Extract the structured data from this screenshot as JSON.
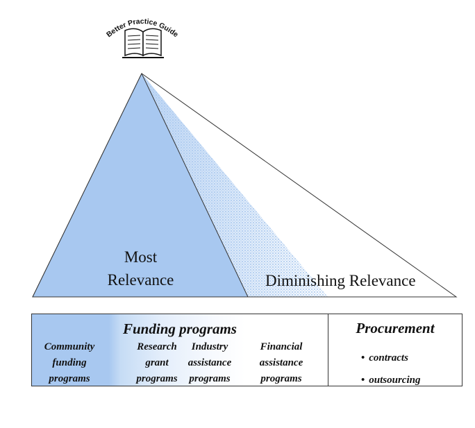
{
  "logo": {
    "text": "Better Practice Guide",
    "icon": "book-icon"
  },
  "regions": {
    "most_line1": "Most",
    "most_line2": "Relevance",
    "diminishing": "Diminishing Relevance"
  },
  "funding": {
    "title": "Funding programs",
    "programs": [
      {
        "line1": "Community",
        "line2": "funding",
        "line3": "programs"
      },
      {
        "line1": "Research",
        "line2": "grant",
        "line3": "programs"
      },
      {
        "line1": "Industry",
        "line2": "assistance",
        "line3": "programs"
      },
      {
        "line1": "Financial",
        "line2": "assistance",
        "line3": "programs"
      }
    ]
  },
  "procurement": {
    "title": "Procurement",
    "items": [
      "contracts",
      "outsourcing"
    ]
  },
  "colors": {
    "most": "#a8c8f0",
    "dotted": "#9fc3ec",
    "outline": "#333333"
  }
}
